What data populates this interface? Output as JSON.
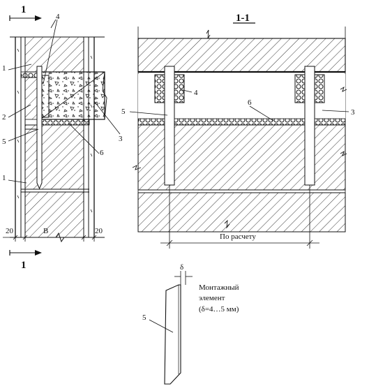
{
  "drawing": {
    "section_mark_top": "1",
    "section_mark_bottom": "1",
    "section_title": "1-1",
    "callouts": {
      "c1a": "1",
      "c1b": "1",
      "c2": "2",
      "c3_left": "3",
      "c4_left": "4",
      "c5_left": "5",
      "c6_left": "6",
      "c3_right": "3",
      "c4_right": "4",
      "c5_right": "5",
      "c6_right": "6",
      "c5_element": "5"
    },
    "dimensions": {
      "left_gap": "20",
      "width": "B",
      "right_gap": "20",
      "spacing": "По расчету",
      "delta": "δ"
    },
    "mounting_element": {
      "line1": "Монтажный",
      "line2": "элемент",
      "line3": "(δ=4…5 мм)"
    }
  }
}
